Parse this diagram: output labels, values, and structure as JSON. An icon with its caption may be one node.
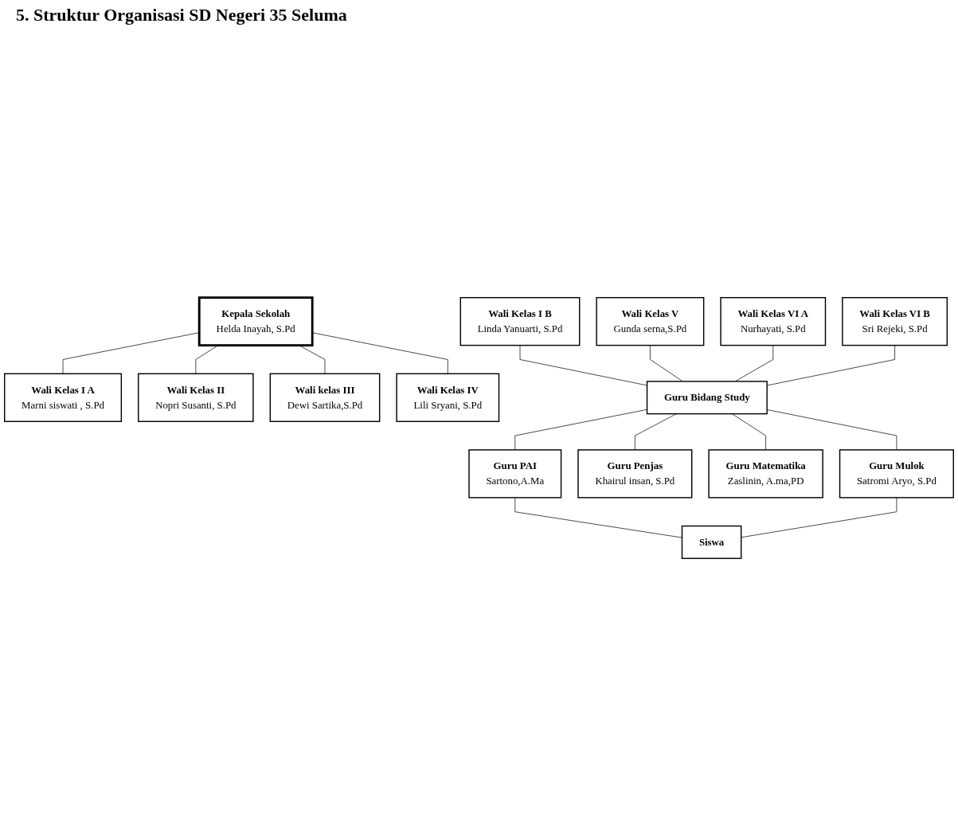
{
  "diagram": {
    "title": "5. Struktur Organisasi SD Negeri 35 Seluma",
    "nodes": [
      {
        "text": [
          "Kepala Sekolah",
          "Helda Inayah, S.Pd"
        ]
      },
      {
        "text": [
          "Wali Kelas I A",
          "Marni siswati , S.Pd"
        ]
      },
      {
        "text": [
          "Wali Kelas II",
          "Nopri Susanti, S.Pd"
        ]
      },
      {
        "text": [
          "Wali kelas III",
          "Dewi Sartika,S.Pd"
        ]
      },
      {
        "text": [
          "Wali Kelas IV",
          "Lili Sryani, S.Pd"
        ]
      },
      {
        "text": [
          "Wali Kelas I B",
          "Linda Yanuarti, S.Pd"
        ]
      },
      {
        "text": [
          "Wali Kelas V",
          "Gunda serna,S.Pd"
        ]
      },
      {
        "text": [
          "Wali Kelas VI A",
          "Nurhayati, S.Pd"
        ]
      },
      {
        "text": [
          "Wali Kelas VI B",
          "Sri Rejeki, S.Pd"
        ]
      },
      {
        "text": [
          "Guru Bidang Study"
        ]
      },
      {
        "text": [
          "Guru PAI",
          "Sartono,A.Ma"
        ]
      },
      {
        "text": [
          "Guru Penjas",
          "Khairul insan, S.Pd"
        ]
      },
      {
        "text": [
          "Guru Matematika",
          "Zaslinin, A.ma,PD"
        ]
      },
      {
        "text": [
          "Guru Mulok",
          "Satromi Aryo, S.Pd"
        ]
      },
      {
        "text": [
          "Siswa"
        ]
      }
    ],
    "edges": [
      {
        "from": 0,
        "to": 1,
        "arrow": "none"
      },
      {
        "from": 0,
        "to": 2,
        "arrow": "none"
      },
      {
        "from": 0,
        "to": 3,
        "arrow": "none"
      },
      {
        "from": 0,
        "to": 4,
        "arrow": "none"
      },
      {
        "from": 5,
        "to": 9,
        "arrow": "none"
      },
      {
        "from": 6,
        "to": 9,
        "arrow": "none"
      },
      {
        "from": 7,
        "to": 9,
        "arrow": "none"
      },
      {
        "from": 8,
        "to": 9,
        "arrow": "none"
      },
      {
        "from": 9,
        "to": 10,
        "arrow": "none"
      },
      {
        "from": 9,
        "to": 11,
        "arrow": "none"
      },
      {
        "from": 9,
        "to": 12,
        "arrow": "none"
      },
      {
        "from": 9,
        "to": 13,
        "arrow": "none"
      },
      {
        "from": 10,
        "to": 14,
        "arrow": "none"
      },
      {
        "from": 13,
        "to": 14,
        "arrow": "none"
      }
    ]
  }
}
